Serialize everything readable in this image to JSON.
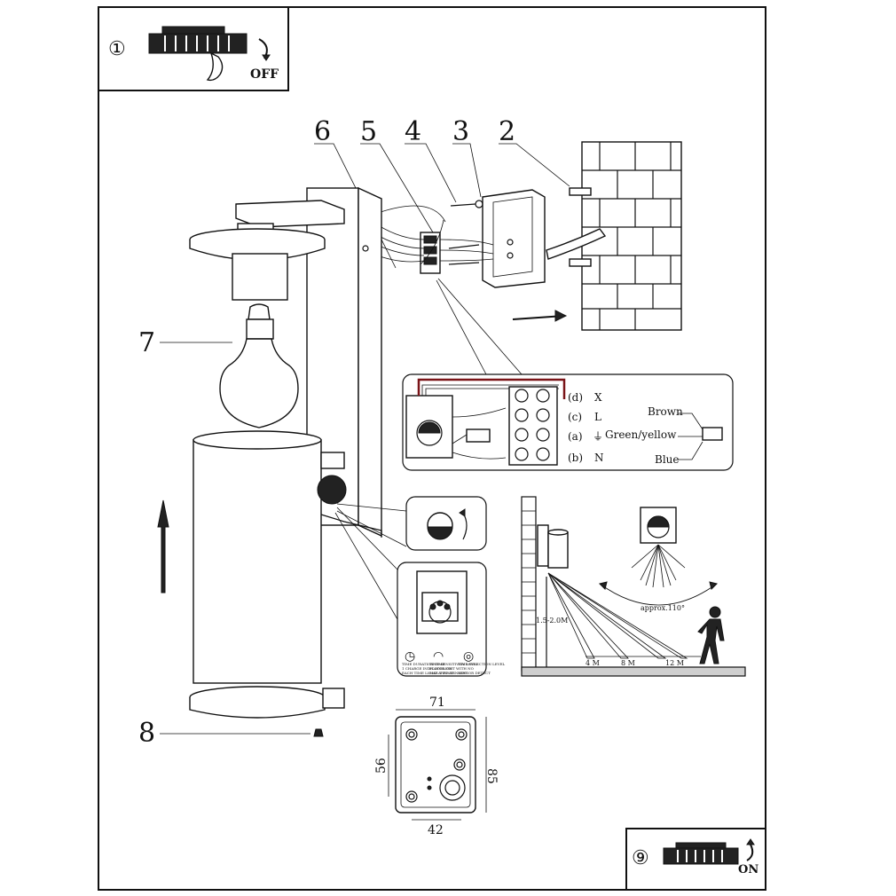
{
  "step_markers": {
    "step1": "①",
    "step9": "⑨",
    "off_label": "OFF",
    "on_label": "ON"
  },
  "callouts": [
    "2",
    "3",
    "4",
    "5",
    "6",
    "7",
    "8"
  ],
  "wiring": {
    "terminals": [
      {
        "code": "(d)",
        "symbol": "X"
      },
      {
        "code": "(c)",
        "symbol": "L"
      },
      {
        "code": "(a)",
        "symbol": "⏚"
      },
      {
        "code": "(b)",
        "symbol": "N"
      }
    ],
    "wires": [
      "Brown",
      "Green/yellow",
      "Blue"
    ]
  },
  "sensor": {
    "height_label": "1.5-2.0M",
    "angle_label": "approx.110°",
    "ranges": [
      "4 M",
      "8 M",
      "12 M"
    ]
  },
  "controls": {
    "knobs": [
      {
        "title": "TIME DURATION TIME",
        "line2": "1 CHARGE INDICATOR ON",
        "line3": "EACH TIME LIGHT ARRIVES"
      },
      {
        "title": "TIME SENSITIVITY LEVEL",
        "line2": "FLOODLIGHT WITH NO",
        "line3": "MAX T TO AT NIGHT"
      },
      {
        "title": "TIME SELECTION LEVEL",
        "line2": "",
        "line3": "SENSOR DETECT"
      }
    ]
  },
  "dimensions": {
    "width": "71",
    "height": "85",
    "hole_vertical": "56",
    "hole_horizontal": "42"
  }
}
